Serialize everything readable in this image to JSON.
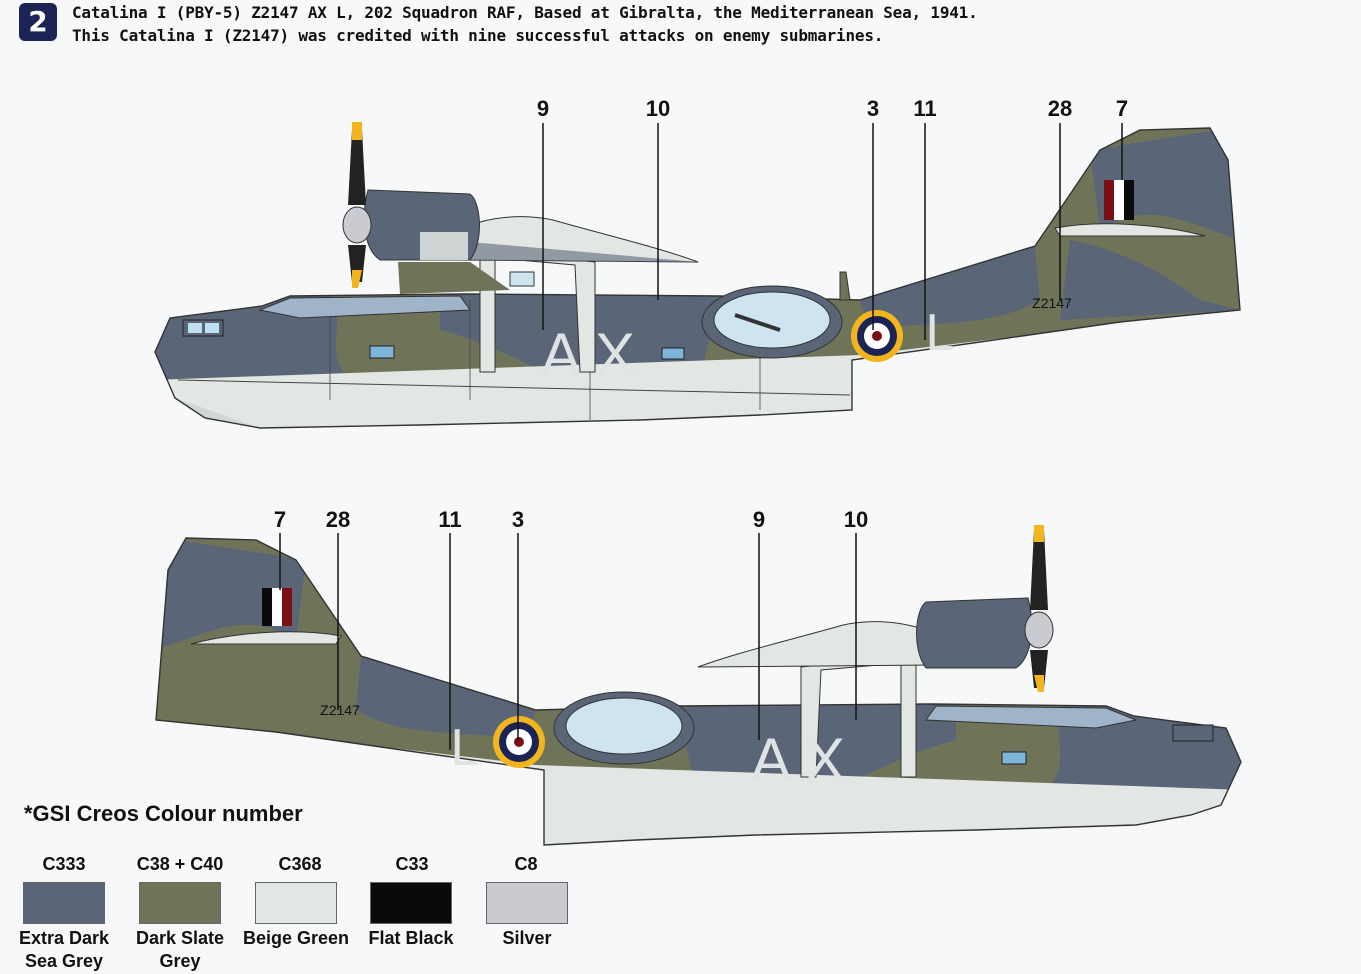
{
  "profile_number": "2",
  "header": {
    "line1": "Catalina I (PBY-5) Z2147 AX L, 202 Squadron RAF, Based at Gibralta, the Mediterranean Sea, 1941.",
    "line2": "This Catalina I (Z2147) was credited with nine successful attacks on enemy submarines."
  },
  "aircraft": {
    "code_letters_1": "AX",
    "code_letter_2": "L",
    "serial": "Z2147"
  },
  "callouts_top": [
    "9",
    "10",
    "3",
    "11",
    "28",
    "7"
  ],
  "callouts_bottom": [
    "7",
    "28",
    "11",
    "3",
    "9",
    "10"
  ],
  "colour_legend": {
    "title": "*GSI Creos Colour number",
    "swatches": [
      {
        "code": "C333",
        "name_line1": "Extra Dark",
        "name_line2": "Sea Grey",
        "color": "#5a6578"
      },
      {
        "code": "C38 + C40",
        "name_line1": "Dark Slate",
        "name_line2": "Grey",
        "color": "#6f7459"
      },
      {
        "code": "C368",
        "name_line1": "Beige Green",
        "name_line2": "",
        "color": "#e3e7e3"
      },
      {
        "code": "C33",
        "name_line1": "Flat Black",
        "name_line2": "",
        "color": "#0a0a0a"
      },
      {
        "code": "C8",
        "name_line1": "Silver",
        "name_line2": "",
        "color": "#c9cbd1"
      }
    ]
  }
}
